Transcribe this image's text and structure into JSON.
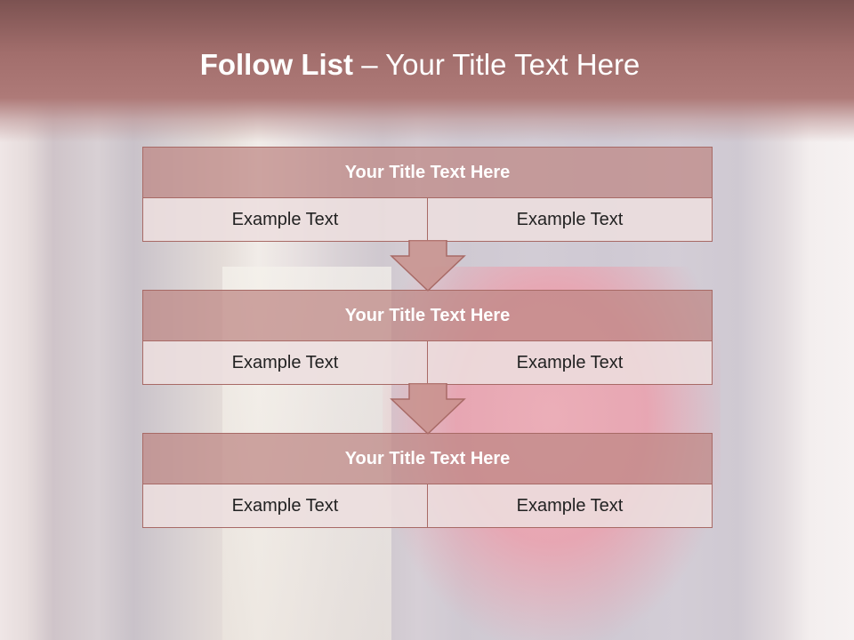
{
  "slide": {
    "title_bold": "Follow List",
    "title_rest": " – Your Title Text Here"
  },
  "blocks": [
    {
      "title": "Your Title Text Here",
      "left": "Example Text",
      "right": "Example Text"
    },
    {
      "title": "Your Title Text Here",
      "left": "Example Text",
      "right": "Example Text"
    },
    {
      "title": "Your Title Text Here",
      "left": "Example Text",
      "right": "Example Text"
    }
  ],
  "colors": {
    "header": "#a26e6c",
    "block_title_fill": "#c08884",
    "cell_fill": "#ecdede",
    "border": "#a86a66",
    "arrow_fill": "#c8908c"
  },
  "icons": [
    "down-arrow-icon",
    "down-arrow-icon"
  ]
}
